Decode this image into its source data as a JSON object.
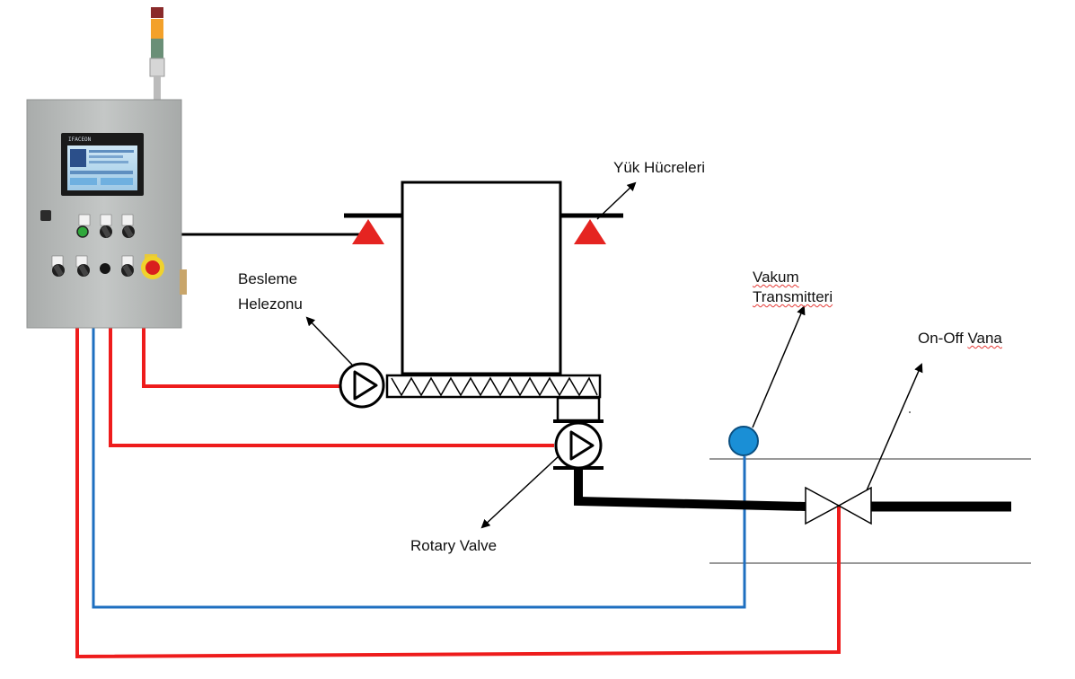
{
  "labels": {
    "load_cells": "Yük Hücreleri",
    "feed_screw_line1": "Besleme",
    "feed_screw_line2": "Helezonu",
    "vacuum_transmitter_line1": "Vakum",
    "vacuum_transmitter_line2": "Transmitteri",
    "onoff_valve_prefix": "On-Off ",
    "onoff_valve_word": "Vana",
    "rotary_valve": "Rotary Valve"
  },
  "colors": {
    "power_wire": "#ee1c1c",
    "signal_wire": "#1e6fc0",
    "load_cell": "#e52421",
    "sensor": "#1a8fd6",
    "panel": "#b9bcbb",
    "pipe": "#000000"
  },
  "icons": [
    "stack-light-icon",
    "hmi-screen-icon",
    "emergency-stop-icon",
    "pump-icon",
    "sensor-icon",
    "valve-icon"
  ]
}
